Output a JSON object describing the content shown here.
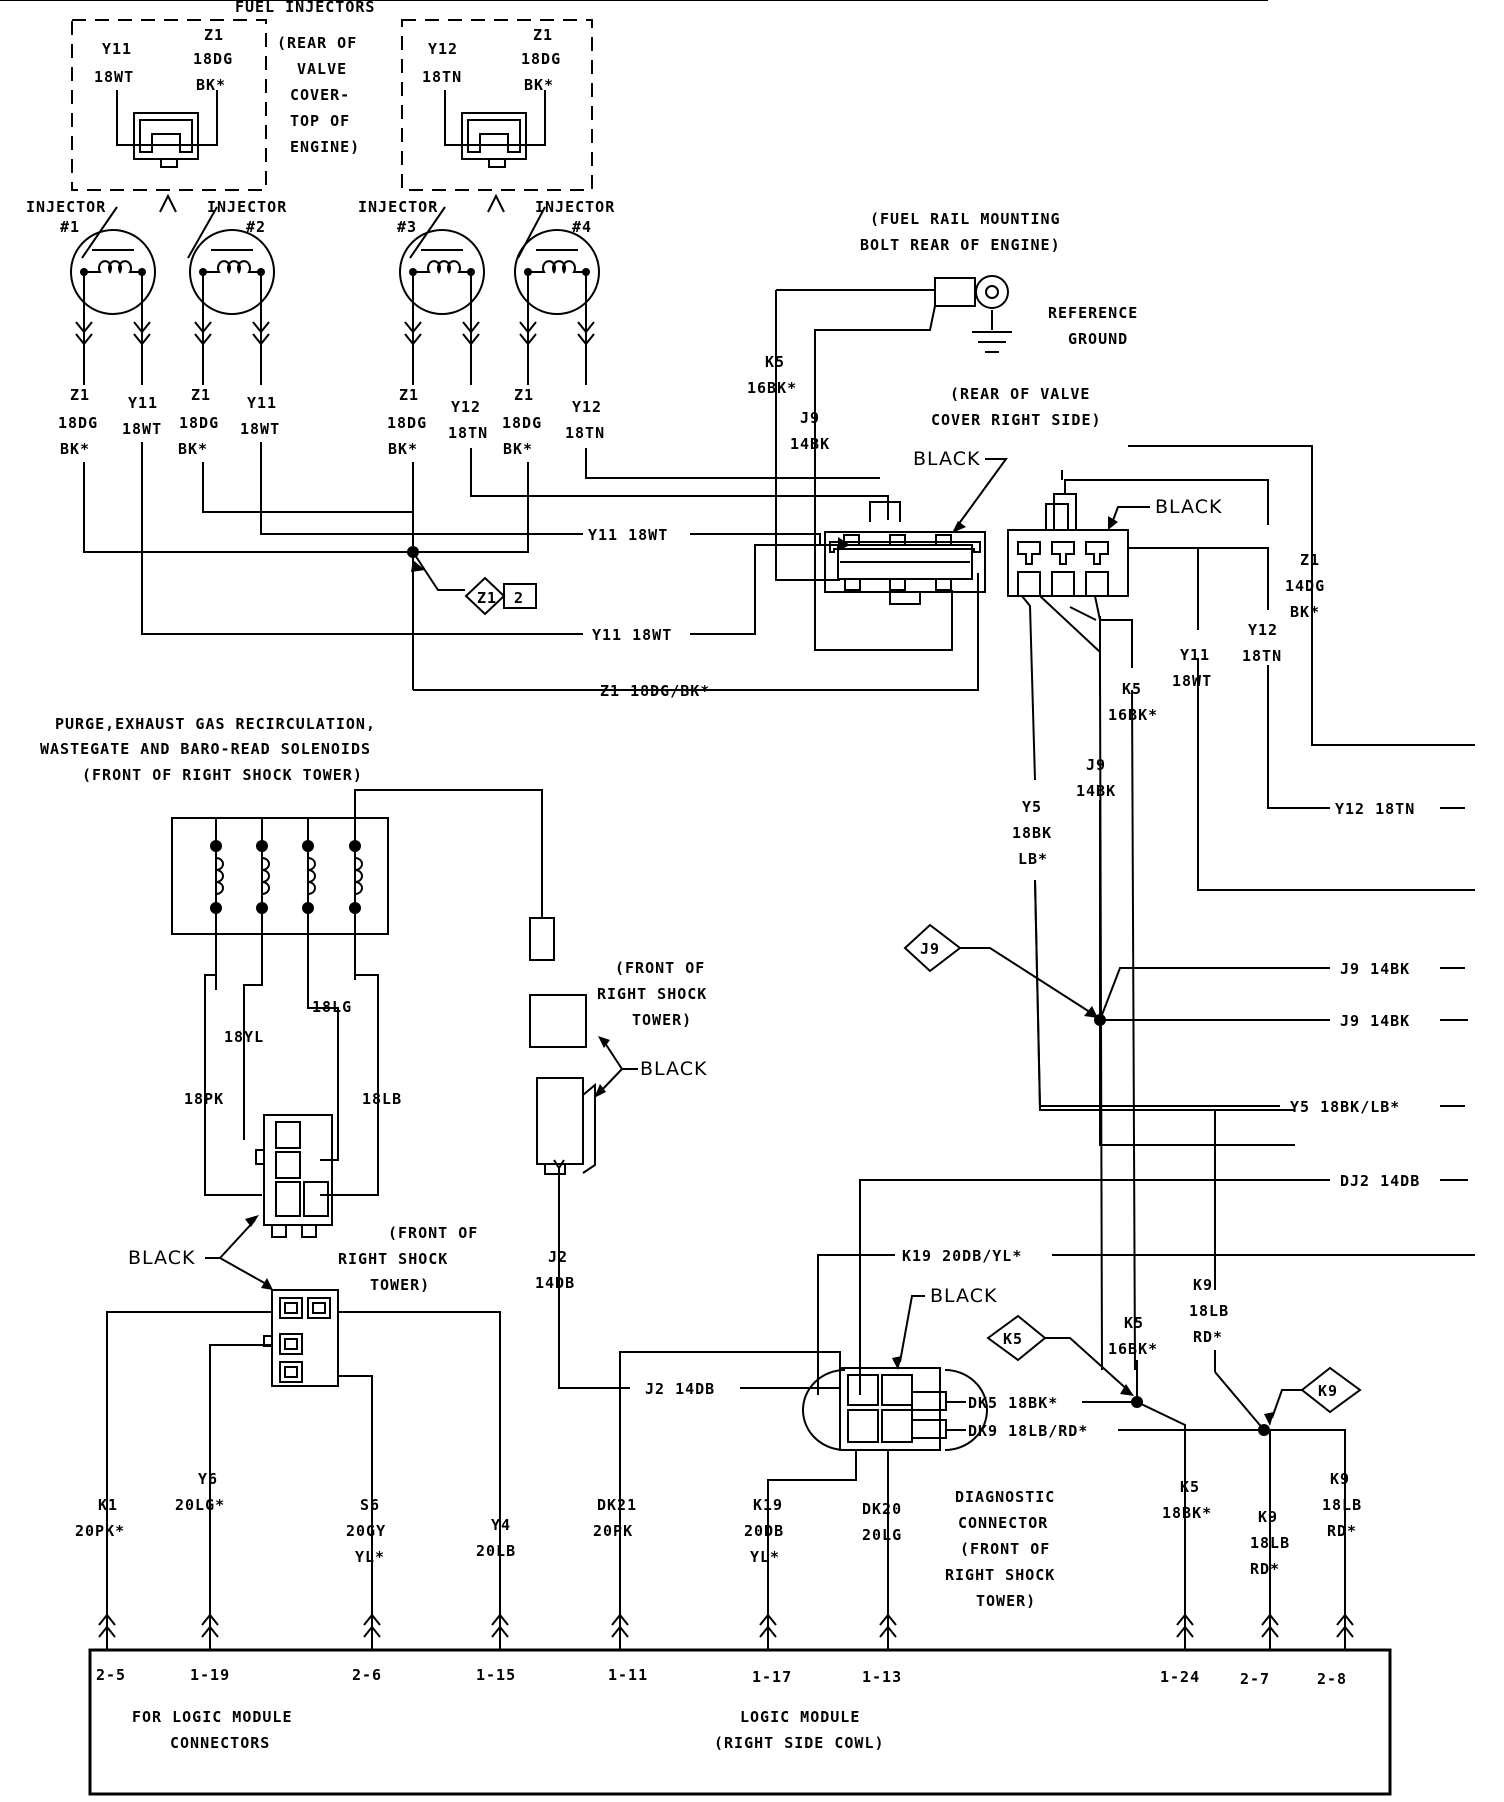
{
  "header": {
    "fuel_injectors": "FUEL INJECTORS",
    "rear_valve_cover_top": [
      "(REAR OF",
      "VALVE",
      "COVER-",
      "TOP OF",
      "ENGINE)"
    ]
  },
  "injector_connectors": {
    "left_a": [
      "Y11",
      "18WT"
    ],
    "left_b": [
      "Z1",
      "18DG",
      "BK*"
    ],
    "right_a": [
      "Y12",
      "18TN"
    ],
    "right_b": [
      "Z1",
      "18DG",
      "BK*"
    ]
  },
  "injectors": [
    {
      "name": "INJECTOR",
      "num": "#1"
    },
    {
      "name": "INJECTOR",
      "num": "#2"
    },
    {
      "name": "INJECTOR",
      "num": "#3"
    },
    {
      "name": "INJECTOR",
      "num": "#4"
    }
  ],
  "injector_wires": [
    [
      "Z1",
      "18DG",
      "BK*"
    ],
    [
      "Y11",
      "18WT"
    ],
    [
      "Z1",
      "18DG",
      "BK*"
    ],
    [
      "Y11",
      "18WT"
    ],
    [
      "Z1",
      "18DG",
      "BK*"
    ],
    [
      "Y12",
      "18TN"
    ],
    [
      "Z1",
      "18DG",
      "BK*"
    ],
    [
      "Y12",
      "18TN"
    ]
  ],
  "ground": {
    "mount": [
      "(FUEL RAIL MOUNTING",
      "BOLT REAR OF ENGINE)"
    ],
    "reference": [
      "REFERENCE",
      "GROUND"
    ],
    "k5": [
      "K5",
      "16BK*"
    ],
    "j9": [
      "J9",
      "14BK"
    ]
  },
  "valve_cover": {
    "location": [
      "(REAR OF VALVE",
      "COVER RIGHT SIDE)"
    ],
    "black1": "BLACK",
    "black2": "BLACK"
  },
  "trunk_labels": {
    "y11_a": "Y11 18WT",
    "y11_b": "Y11 18WT",
    "z1_18dg": "Z1 18DG/BK*",
    "z1_junction": "Z1",
    "z1_junction_num": "2"
  },
  "right_side_wires": {
    "z1_14dg": [
      "Z1",
      "14DG",
      "BK*"
    ],
    "y12": [
      "Y12",
      "18TN"
    ],
    "y11": [
      "Y11",
      "18WT"
    ],
    "k5": [
      "K5",
      "16BK*"
    ],
    "j9": [
      "J9",
      "14BK"
    ],
    "y5": [
      "Y5",
      "18BK",
      "LB*"
    ],
    "y12_18tn": "Y12 18TN",
    "j9_14bk_a": "J9 14BK",
    "j9_14bk_b": "J9 14BK",
    "j9_junction": "J9",
    "y5_18bk": "Y5 18BK/LB*",
    "dj2": "DJ2 14DB",
    "k19": "K19 20DB/YL*"
  },
  "solenoids": {
    "title": [
      "PURGE,EXHAUST GAS RECIRCULATION,",
      "WASTEGATE AND BARO-READ SOLENOIDS",
      "(FRONT OF RIGHT SHOCK TOWER)"
    ],
    "wires": {
      "yl": "18YL",
      "lg": "18LG",
      "pk": "18PK",
      "lb": "18LB"
    },
    "front1": [
      "(FRONT OF",
      "RIGHT SHOCK",
      "TOWER)"
    ],
    "front2": [
      "(FRONT OF",
      "RIGHT SHOCK",
      "TOWER)"
    ],
    "black1": "BLACK",
    "black2": "BLACK",
    "j2": [
      "J2",
      "14DB"
    ],
    "j2_line": "J2 14DB"
  },
  "diagnostic": {
    "black": "BLACK",
    "k5_junction": "K5",
    "k9_junction": "K9",
    "k5": [
      "K5",
      "16BK*"
    ],
    "k9": [
      "K9",
      "18LB",
      "RD*"
    ],
    "dk5": "DK5 18BK*",
    "dk9": "DK9 18LB/RD*",
    "connector": [
      "DIAGNOSTIC",
      "CONNECTOR",
      "(FRONT OF",
      "RIGHT SHOCK",
      "TOWER)"
    ]
  },
  "bottom_wires": [
    [
      "K1",
      "20PK*"
    ],
    [
      "Y6",
      "20LG*"
    ],
    [
      "S6",
      "20GY",
      "YL*"
    ],
    [
      "Y4",
      "20LB"
    ],
    [
      "DK21",
      "20PK"
    ],
    [
      "K19",
      "20DB",
      "YL*"
    ],
    [
      "DK20",
      "20LG"
    ],
    [
      "K5",
      "18BK*"
    ],
    [
      "K9",
      "18LB",
      "RD*"
    ],
    [
      "K9",
      "18LB",
      "RD*"
    ]
  ],
  "logic_module": {
    "pins": [
      "2-5",
      "1-19",
      "2-6",
      "1-15",
      "1-11",
      "1-17",
      "1-13",
      "1-24",
      "2-7",
      "2-8"
    ],
    "for_connectors": [
      "FOR LOGIC MODULE",
      "CONNECTORS"
    ],
    "title": [
      "LOGIC MODULE",
      "(RIGHT SIDE COWL)"
    ]
  }
}
